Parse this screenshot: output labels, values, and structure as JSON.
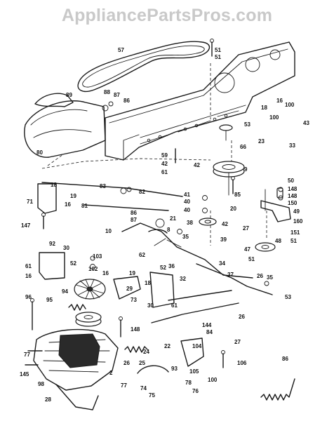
{
  "watermark": "AppliancePartsPros.com",
  "callouts": [
    "57",
    "51",
    "51",
    "89",
    "88",
    "87",
    "86",
    "80",
    "16",
    "100",
    "18",
    "100",
    "43",
    "53",
    "23",
    "33",
    "59",
    "42",
    "61",
    "66",
    "42",
    "9",
    "18",
    "19",
    "71",
    "16",
    "83",
    "82",
    "41",
    "40",
    "40",
    "85",
    "20",
    "147",
    "81",
    "86",
    "87",
    "21",
    "8",
    "10",
    "39",
    "42",
    "38",
    "92",
    "30",
    "52",
    "61",
    "16",
    "103",
    "102",
    "16",
    "94",
    "19",
    "73",
    "18",
    "62",
    "35",
    "36",
    "34",
    "37",
    "52",
    "32",
    "30",
    "61",
    "96",
    "95",
    "29",
    "148",
    "26",
    "2",
    "77",
    "145",
    "98",
    "28",
    "77",
    "74",
    "75",
    "78",
    "76",
    "93",
    "104",
    "105",
    "106",
    "100",
    "144",
    "84",
    "27",
    "26",
    "25",
    "24",
    "22",
    "35",
    "53",
    "26",
    "50",
    "148",
    "148",
    "150",
    "49",
    "160",
    "27",
    "151",
    "47",
    "51",
    "51",
    "48",
    "86"
  ]
}
